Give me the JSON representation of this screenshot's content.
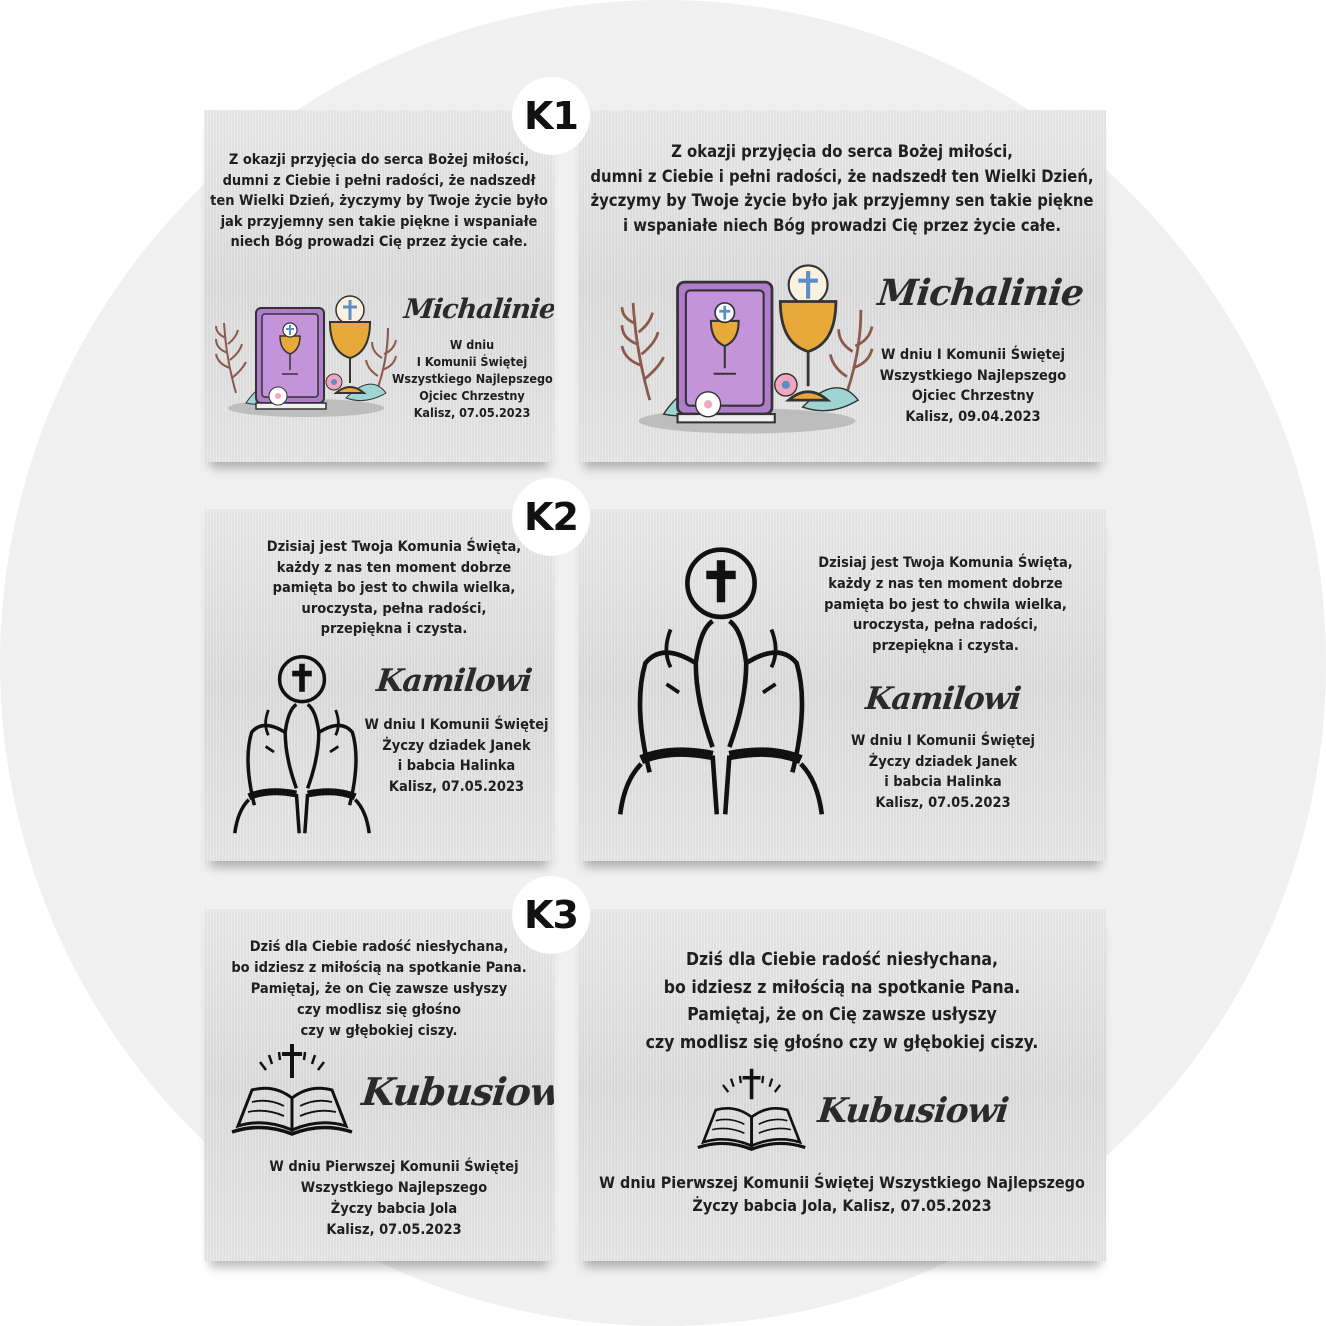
{
  "badges": {
    "k1": "K1",
    "k2": "K2",
    "k3": "K3"
  },
  "k1_small": {
    "verse": [
      "Z okazji przyjęcia do serca Bożej miłości,",
      "dumni z Ciebie i pełni radości, że nadszedł",
      "ten Wielki Dzień, życzymy by Twoje życie było",
      "jak przyjemny sen takie piękne i wspaniałe",
      "niech Bóg prowadzi Cię przez życie całe."
    ],
    "name": "Michalinie",
    "dedication": [
      "W dniu",
      "I Komunii Świętej",
      "Wszystkiego Najlepszego",
      "Ojciec Chrzestny",
      "Kalisz, 07.05.2023"
    ]
  },
  "k1_large": {
    "verse": [
      "Z okazji przyjęcia do serca Bożej miłości,",
      "dumni z Ciebie i pełni radości, że nadszedł ten Wielki Dzień,",
      "życzymy by Twoje życie było jak przyjemny sen takie piękne",
      "i wspaniałe niech Bóg prowadzi Cię przez życie całe."
    ],
    "name": "Michalinie",
    "dedication": [
      "W dniu I Komunii Świętej",
      "Wszystkiego Najlepszego",
      "Ojciec Chrzestny",
      "Kalisz, 09.04.2023"
    ]
  },
  "k2_small": {
    "verse": [
      "Dzisiaj jest Twoja Komunia Święta,",
      "każdy z nas ten moment dobrze",
      "pamięta bo jest to chwila wielka,",
      "uroczysta, pełna radości,",
      "przepiękna i czysta."
    ],
    "name": "Kamilowi",
    "dedication": [
      "W dniu I Komunii Świętej",
      "Życzy dziadek Janek",
      "i babcia Halinka",
      "Kalisz, 07.05.2023"
    ]
  },
  "k2_large": {
    "verse": [
      "Dzisiaj jest Twoja Komunia Święta,",
      "każdy z nas ten moment dobrze",
      "pamięta bo jest to chwila wielka,",
      "uroczysta, pełna radości,",
      "przepiękna i czysta."
    ],
    "name": "Kamilowi",
    "dedication": [
      "W dniu I Komunii Świętej",
      "Życzy dziadek Janek",
      "i babcia Halinka",
      "Kalisz, 07.05.2023"
    ]
  },
  "k3_small": {
    "verse": [
      "Dziś dla Ciebie radość niesłychana,",
      "bo idziesz z miłością na spotkanie Pana.",
      "Pamiętaj, że on Cię zawsze usłyszy",
      "czy modlisz się głośno",
      "czy w głębokiej ciszy."
    ],
    "name": "Kubusiowi",
    "dedication": [
      "W dniu Pierwszej Komunii Świętej",
      "Wszystkiego Najlepszego",
      "Życzy babcia Jola",
      "Kalisz, 07.05.2023"
    ]
  },
  "k3_large": {
    "verse": [
      "Dziś dla Ciebie radość niesłychana,",
      "bo idziesz z miłością na spotkanie Pana.",
      "Pamiętaj, że on Cię zawsze usłyszy",
      "czy modlisz się głośno czy w głębokiej ciszy."
    ],
    "name": "Kubusiowi",
    "dedication": [
      "W dniu Pierwszej Komunii Świętej Wszystkiego Najlepszego",
      "Życzy babcia Jola, Kalisz, 07.05.2023"
    ]
  },
  "colors": {
    "book": "#b07ccc",
    "chalice": "#e8a93a",
    "leaf": "#8b5a4c",
    "flower": "#f2a7c0"
  }
}
